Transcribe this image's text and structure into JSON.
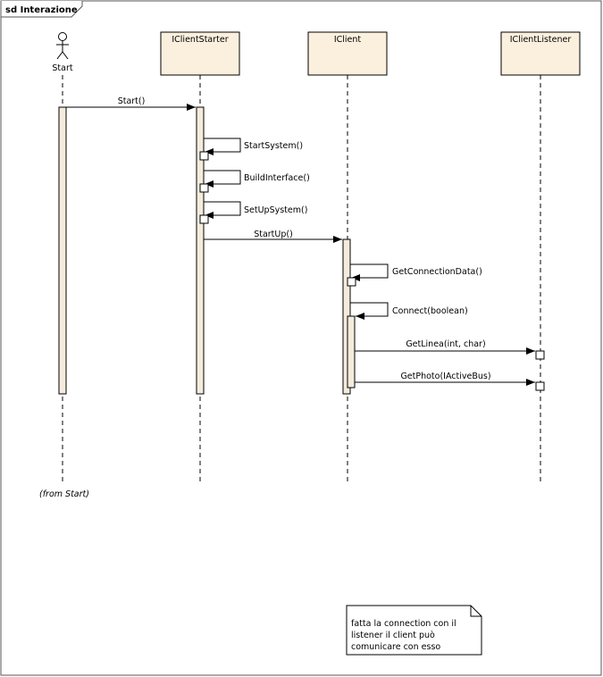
{
  "frame": {
    "title": "sd Interazione"
  },
  "actor": {
    "name": "Start",
    "from_label": "(from Start)"
  },
  "lifelines": {
    "starter": "IClientStarter",
    "client": "IClient",
    "listener": "IClientListener"
  },
  "messages": {
    "start": "Start()",
    "start_system": "StartSystem()",
    "build_interface": "BuildInterface()",
    "set_up_system": "SetUpSystem()",
    "start_up": "StartUp()",
    "get_connection_data": "GetConnectionData()",
    "connect": "Connect(boolean)",
    "get_linea": "GetLinea(int, char)",
    "get_photo": "GetPhoto(IActiveBus)"
  },
  "note": {
    "line1": "fatta la connection con il",
    "line2": "listener il client può",
    "line3": "comunicare con esso"
  },
  "colors": {
    "box_fill": "#fbf0de",
    "activation_fill": "#f5ebdc",
    "line": "#000000",
    "note_fill": "#ffffff"
  }
}
